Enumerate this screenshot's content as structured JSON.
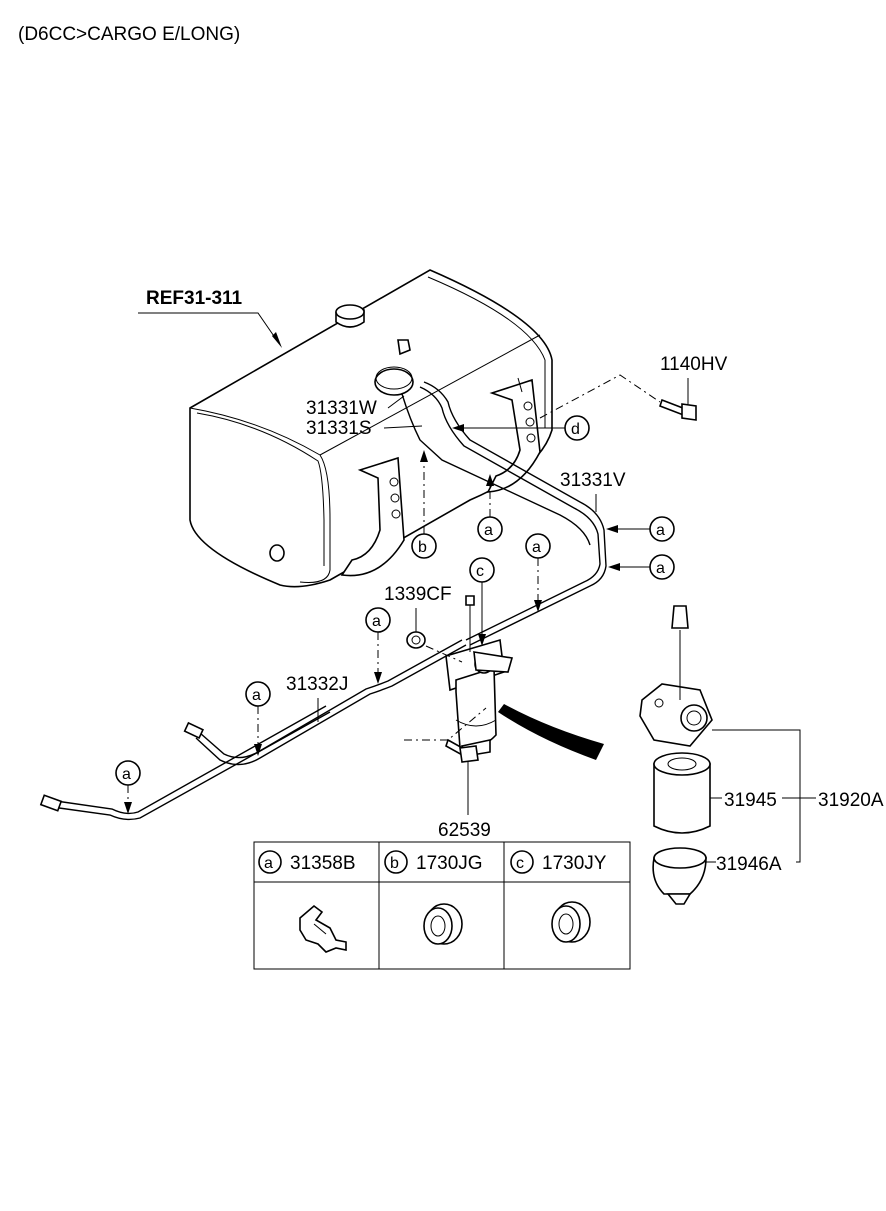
{
  "header": {
    "title": "(D6CC>CARGO E/LONG)"
  },
  "labels": {
    "ref": "REF31-311",
    "p1140HV": "1140HV",
    "p31331W": "31331W",
    "p31331S": "31331S",
    "p31331V": "31331V",
    "p1339CF": "1339CF",
    "p31332J": "31332J",
    "p62539": "62539",
    "p31945": "31945",
    "p31920A": "31920A",
    "p31946A": "31946A"
  },
  "callouts": {
    "a": "a",
    "b": "b",
    "c": "c",
    "d": "d"
  },
  "legend": {
    "cells": [
      {
        "letter": "a",
        "part": "31358B"
      },
      {
        "letter": "b",
        "part": "1730JG"
      },
      {
        "letter": "c",
        "part": "1730JY"
      }
    ]
  }
}
